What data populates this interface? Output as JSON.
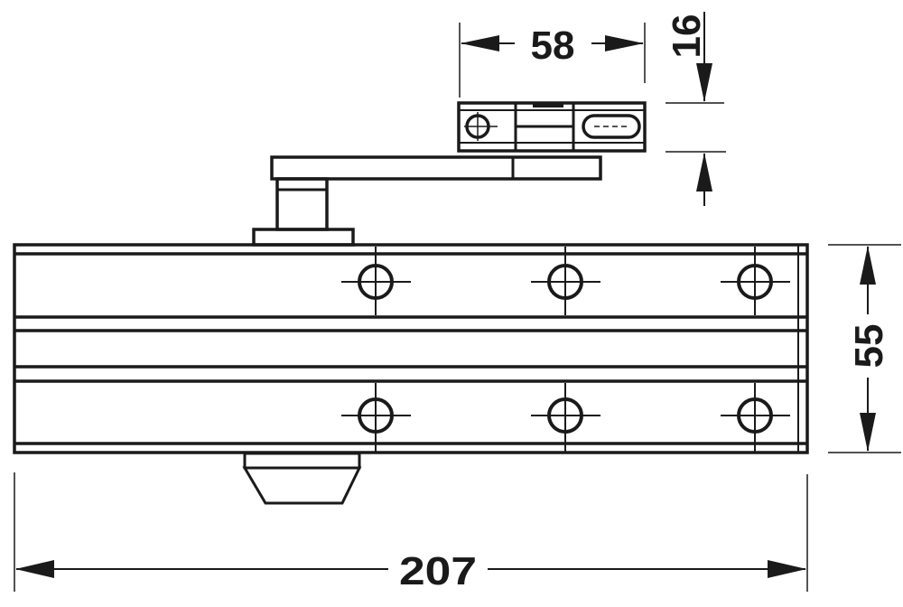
{
  "diagram": {
    "subject": "door closer with slide arm, top view",
    "line_color": "#1a1a1a",
    "background": "#ffffff",
    "dimensions": {
      "overall_length": {
        "value": "207",
        "orientation": "horizontal"
      },
      "body_height": {
        "value": "55",
        "orientation": "vertical"
      },
      "slide_channel_length": {
        "value": "58",
        "orientation": "horizontal"
      },
      "slide_channel_height": {
        "value": "16",
        "orientation": "vertical"
      }
    },
    "parts": {
      "closer_body": {
        "label": "closer-body",
        "mounting_holes": 6
      },
      "arm": {
        "label": "slide-arm"
      },
      "slide_channel": {
        "label": "slide-channel"
      },
      "adjustment_valve": {
        "label": "valve-cap"
      }
    }
  }
}
